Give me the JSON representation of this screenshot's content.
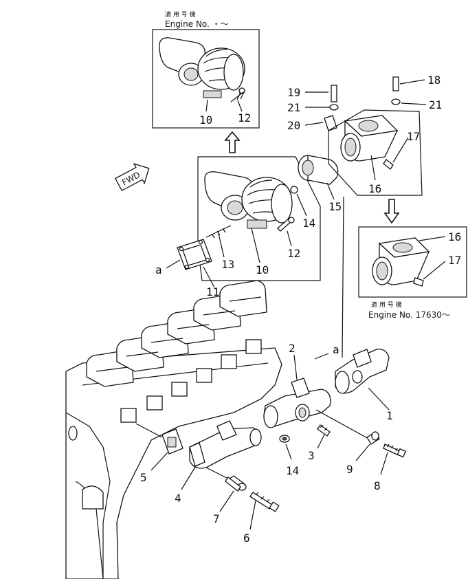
{
  "insets": {
    "top": {
      "applicability_jp": "適 用 号 機",
      "engine_label": "Engine No.  ・～"
    },
    "right": {
      "applicability_jp": "適 用 号 機",
      "engine_label": "Engine No. 17630～"
    }
  },
  "fwd_label": "FWD",
  "ref_mark": "a",
  "callouts": {
    "c1": "1",
    "c2": "2",
    "c3": "3",
    "c4": "4",
    "c5": "5",
    "c6": "6",
    "c7": "7",
    "c8": "8",
    "c9": "9",
    "c10": "10",
    "c10b": "10",
    "c11": "11",
    "c12": "12",
    "c12b": "12",
    "c13": "13",
    "c14": "14",
    "c14b": "14",
    "c15": "15",
    "c16": "16",
    "c16b": "16",
    "c17": "17",
    "c17b": "17",
    "c18": "18",
    "c19": "19",
    "c20": "20",
    "c21": "21",
    "c21b": "21"
  }
}
